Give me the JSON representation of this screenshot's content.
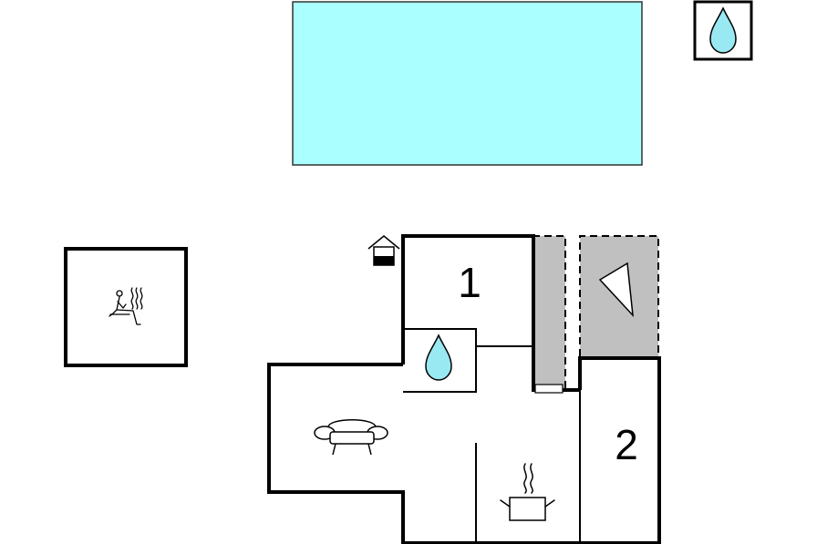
{
  "floorplan": {
    "rooms": [
      {
        "id": "bedroom-1",
        "label": "1"
      },
      {
        "id": "bedroom-2",
        "label": "2"
      }
    ],
    "icons": {
      "pool": "water-drop-icon",
      "bathroom": "water-drop-icon",
      "sauna": "sauna-icon",
      "living": "sofa-icon",
      "kitchen": "cooking-pot-icon",
      "terrace": "terrace-pennant-icon",
      "entrance": "house-entrance-icon"
    },
    "colors": {
      "pool": "#aaffff",
      "water_drop": "#99e9f2",
      "terrace": "#c0c0c0",
      "wall": "#000000",
      "background": "#ffffff"
    }
  }
}
